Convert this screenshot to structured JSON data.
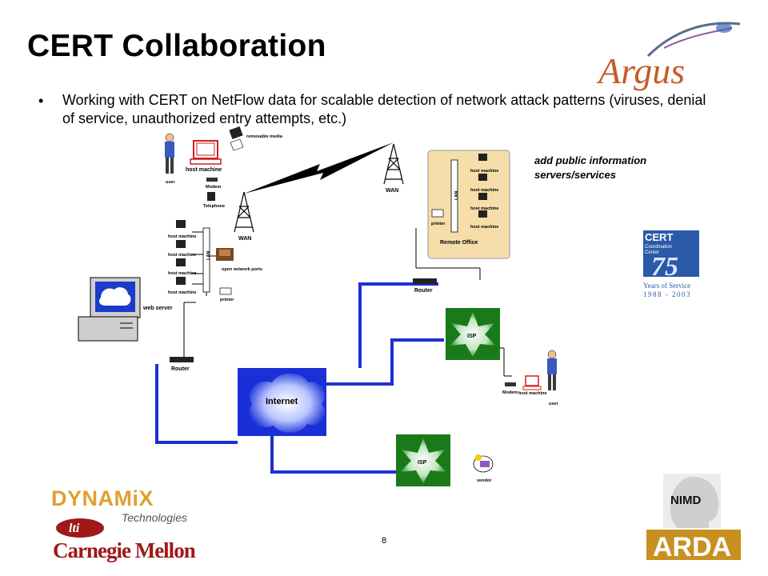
{
  "slide": {
    "title": "CERT Collaboration",
    "bullet": "Working with CERT on NetFlow data for scalable detection of network attack patterns (viruses, denial of service, unauthorized entry attempts, etc.)",
    "page_number": "8"
  },
  "diagram": {
    "labels": {
      "user_top": "user",
      "host_machine_top": "host machine",
      "modem_top": "Modem",
      "telephone": "Telephone",
      "removable_media": "removable media",
      "wan_left": "WAN",
      "wan_right": "WAN",
      "lan_left": "LAN",
      "lan_right": "LAN",
      "host_machine_1": "host machine",
      "host_machine_2": "host machine",
      "host_machine_3": "host machine",
      "host_machine_4": "host machine",
      "open_network_ports": "open network ports",
      "printer_left": "printer",
      "web_server": "web server",
      "router_left": "Router",
      "router_right": "Router",
      "internet": "Internet",
      "isp_top": "ISP",
      "isp_bottom": "ISP",
      "remote_office": "Remote Office",
      "printer_remote": "printer",
      "ro_host_1": "host machine",
      "ro_host_2": "host machine",
      "ro_host_3": "host machine",
      "ro_host_4": "host machine",
      "modem_right": "Modem",
      "host_machine_right": "host machine",
      "user_right": "user",
      "vendor": "vendor",
      "add_public": "add public information servers/services"
    },
    "colors": {
      "link_blue": "#1e2fd0",
      "isp_green": "#1a7a1a",
      "remote_office_fill": "#f5deaa",
      "internet_blue": "#2233dd",
      "screen_blue": "#1a3cc8"
    }
  },
  "logos": {
    "argus": "Argus",
    "cert_line1": "CERT",
    "cert_line2": "Coordination",
    "cert_line3": "Center",
    "cert_years": "Years of Service",
    "cert_range": "1988 - 2003",
    "dynamix": "DYNAMiX",
    "dynamix_sub": "Technologies",
    "cmu": "Carnegie Mellon",
    "nimd": "NIMD",
    "arda": "ARDA"
  }
}
